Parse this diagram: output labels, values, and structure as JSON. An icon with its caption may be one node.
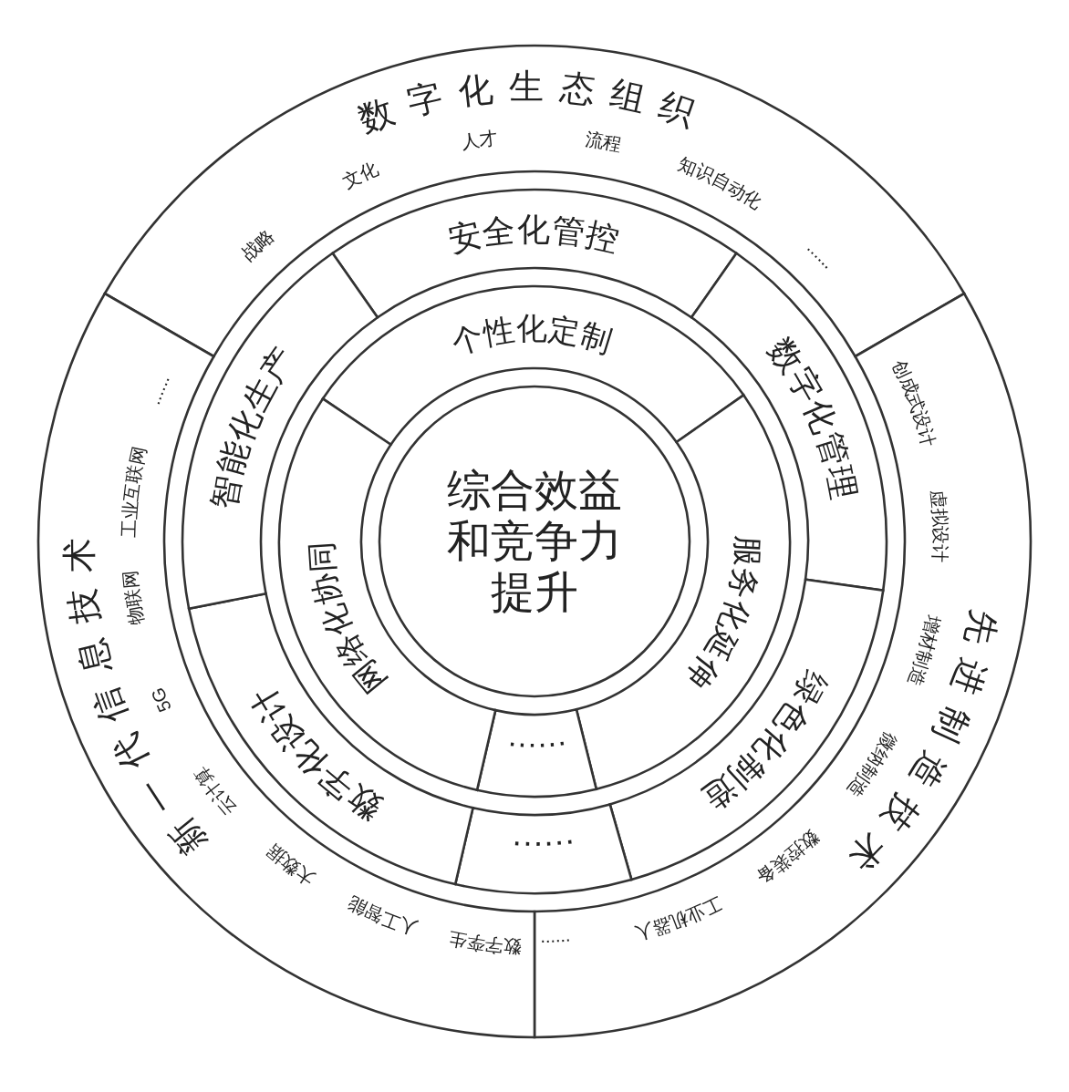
{
  "diagram": {
    "nodes": [
      {
        "text": [
          "数字化生态组织",
          "战略",
          "文化",
          "人才",
          "流程",
          "知识自动化",
          "......"
        ]
      },
      {
        "text": [
          "先进制造技术",
          "创成式设计",
          "虚拟设计",
          "增材制造",
          "微纳制造",
          "数控装备",
          "工业机器人",
          "......"
        ]
      },
      {
        "text": [
          "新一代信息技术",
          "数字孪生",
          "人工智能",
          "大数据",
          "云计算",
          "5G",
          "物联网",
          "工业互联网",
          "......"
        ]
      },
      {
        "text": [
          "安全化管控"
        ]
      },
      {
        "text": [
          "数字化管理"
        ]
      },
      {
        "text": [
          "绿色化制造"
        ]
      },
      {
        "text": [
          "......"
        ]
      },
      {
        "text": [
          "数字化设计"
        ]
      },
      {
        "text": [
          "智能化生产"
        ]
      },
      {
        "text": [
          "个性化定制"
        ]
      },
      {
        "text": [
          "服务化延伸"
        ]
      },
      {
        "text": [
          "......"
        ]
      },
      {
        "text": [
          "网络化协同"
        ]
      },
      {
        "text": [
          "综合效益和竞争力提升"
        ]
      }
    ]
  }
}
